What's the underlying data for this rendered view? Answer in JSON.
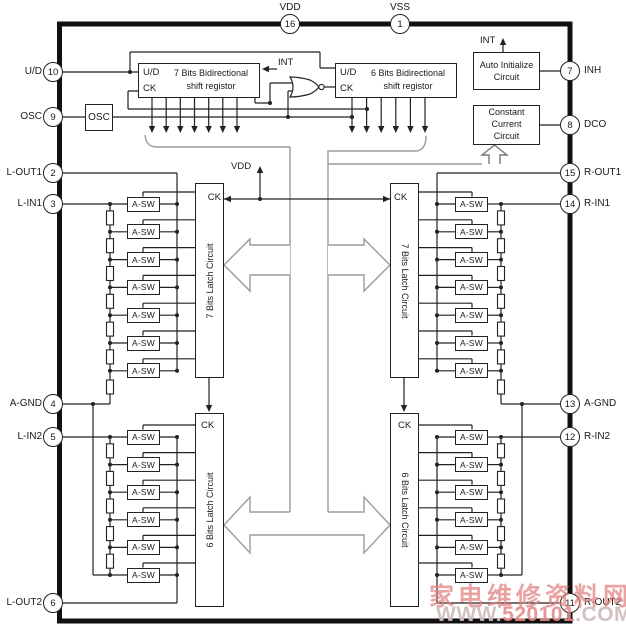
{
  "pins": {
    "top": [
      {
        "num": "16",
        "label": "VDD"
      },
      {
        "num": "1",
        "label": "VSS"
      }
    ],
    "left": [
      {
        "num": "10",
        "label": "U/D"
      },
      {
        "num": "9",
        "label": "OSC"
      },
      {
        "num": "2",
        "label": "L-OUT1"
      },
      {
        "num": "3",
        "label": "L-IN1"
      },
      {
        "num": "4",
        "label": "A-GND"
      },
      {
        "num": "5",
        "label": "L-IN2"
      },
      {
        "num": "6",
        "label": "L-OUT2"
      }
    ],
    "right": [
      {
        "num": "7",
        "label": "INH"
      },
      {
        "num": "8",
        "label": "DCO"
      },
      {
        "num": "15",
        "label": "R-OUT1"
      },
      {
        "num": "14",
        "label": "R-IN1"
      },
      {
        "num": "13",
        "label": "A-GND"
      },
      {
        "num": "12",
        "label": "R-IN2"
      },
      {
        "num": "11",
        "label": "R-OUT2"
      }
    ]
  },
  "blocks": {
    "osc": "OSC",
    "shift7": "7 Bits Bidirectional shift registor",
    "shift6": "6 Bits Bidirectional shift registor",
    "auto_init": "Auto Initialize Circuit",
    "constant_current": "Constant Current Circuit",
    "latch7": "7 Bits Latch Circuit",
    "latch6": "6 Bits Latch Circuit",
    "asw": "A-SW",
    "ud": "U/D",
    "ck": "CK",
    "int": "INT",
    "vdd": "VDD"
  },
  "watermark": {
    "line1": "家电维修资料网",
    "www": "WWW.",
    "num": "520101",
    "com": ".COM"
  }
}
